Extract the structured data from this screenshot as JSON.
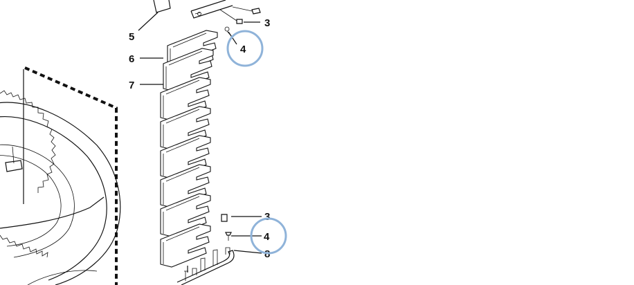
{
  "callouts": [
    {
      "label": "3"
    },
    {
      "label": "5"
    },
    {
      "label": "6"
    },
    {
      "label": "7"
    },
    {
      "label": "3"
    },
    {
      "label": "8"
    }
  ],
  "highlights": [
    {
      "label": "4",
      "color": "#8FB3D9"
    },
    {
      "label": "4",
      "color": "#8FB3D9"
    }
  ],
  "colors": {
    "line": "#111111",
    "highlight_ring": "#8FB3D9",
    "background": "#ffffff"
  }
}
